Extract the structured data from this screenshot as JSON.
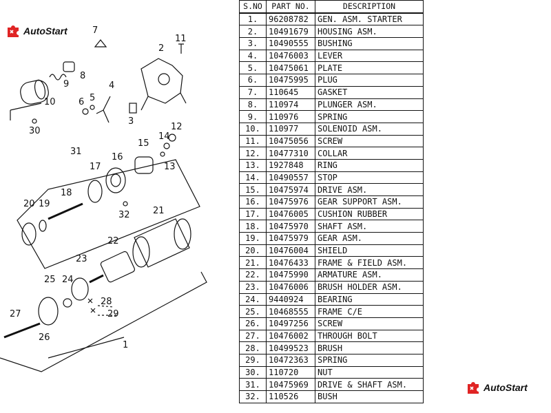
{
  "brand": {
    "name": "AutoStart",
    "accent": "#e02424",
    "logo_icon": "puzzle-logo-icon"
  },
  "table": {
    "headers": {
      "sno": "S.NO",
      "part_no": "PART NO.",
      "description": "DESCRIPTION"
    },
    "rows": [
      {
        "sno": "1.",
        "part": "96208782",
        "desc": "GEN. ASM. STARTER"
      },
      {
        "sno": "2.",
        "part": "10491679",
        "desc": "HOUSING ASM."
      },
      {
        "sno": "3.",
        "part": "10490555",
        "desc": "BUSHING"
      },
      {
        "sno": "4.",
        "part": "10476003",
        "desc": "LEVER"
      },
      {
        "sno": "5.",
        "part": "10475061",
        "desc": "PLATE"
      },
      {
        "sno": "6.",
        "part": "10475995",
        "desc": "PLUG"
      },
      {
        "sno": "7.",
        "part": "110645",
        "desc": "GASKET"
      },
      {
        "sno": "8.",
        "part": "110974",
        "desc": "PLUNGER ASM."
      },
      {
        "sno": "9.",
        "part": "110976",
        "desc": "SPRING"
      },
      {
        "sno": "10.",
        "part": "110977",
        "desc": "SOLENOID ASM."
      },
      {
        "sno": "11.",
        "part": "10475056",
        "desc": "SCREW"
      },
      {
        "sno": "12.",
        "part": "10477310",
        "desc": "COLLAR"
      },
      {
        "sno": "13.",
        "part": "1927848",
        "desc": "RING"
      },
      {
        "sno": "14.",
        "part": "10490557",
        "desc": "STOP"
      },
      {
        "sno": "15.",
        "part": "10475974",
        "desc": "DRIVE ASM."
      },
      {
        "sno": "16.",
        "part": "10475976",
        "desc": "GEAR SUPPORT ASM."
      },
      {
        "sno": "17.",
        "part": "10476005",
        "desc": "CUSHION RUBBER"
      },
      {
        "sno": "18.",
        "part": "10475970",
        "desc": "SHAFT ASM."
      },
      {
        "sno": "19.",
        "part": "10475979",
        "desc": "GEAR ASM."
      },
      {
        "sno": "20.",
        "part": "10476004",
        "desc": "SHIELD"
      },
      {
        "sno": "21.",
        "part": "10476433",
        "desc": "FRAME & FIELD ASM."
      },
      {
        "sno": "22.",
        "part": "10475990",
        "desc": "ARMATURE ASM."
      },
      {
        "sno": "23.",
        "part": "10476006",
        "desc": "BRUSH HOLDER ASM."
      },
      {
        "sno": "24.",
        "part": "9440924",
        "desc": "BEARING"
      },
      {
        "sno": "25.",
        "part": "10468555",
        "desc": "FRAME C/E"
      },
      {
        "sno": "26.",
        "part": "10497256",
        "desc": "SCREW"
      },
      {
        "sno": "27.",
        "part": "10476002",
        "desc": "THROUGH BOLT"
      },
      {
        "sno": "28.",
        "part": "10499523",
        "desc": "BRUSH"
      },
      {
        "sno": "29.",
        "part": "10472363",
        "desc": "SPRING"
      },
      {
        "sno": "30.",
        "part": "110720",
        "desc": "NUT"
      },
      {
        "sno": "31.",
        "part": "10475969",
        "desc": "DRIVE & SHAFT ASM."
      },
      {
        "sno": "32.",
        "part": "110526",
        "desc": "BUSH"
      }
    ]
  },
  "diagram": {
    "callouts": [
      "1",
      "2",
      "3",
      "4",
      "5",
      "6",
      "7",
      "8",
      "9",
      "10",
      "11",
      "12",
      "13",
      "14",
      "15",
      "16",
      "17",
      "18",
      "19",
      "20",
      "21",
      "22",
      "23",
      "24",
      "25",
      "26",
      "27",
      "28",
      "29",
      "30",
      "31",
      "32"
    ]
  }
}
